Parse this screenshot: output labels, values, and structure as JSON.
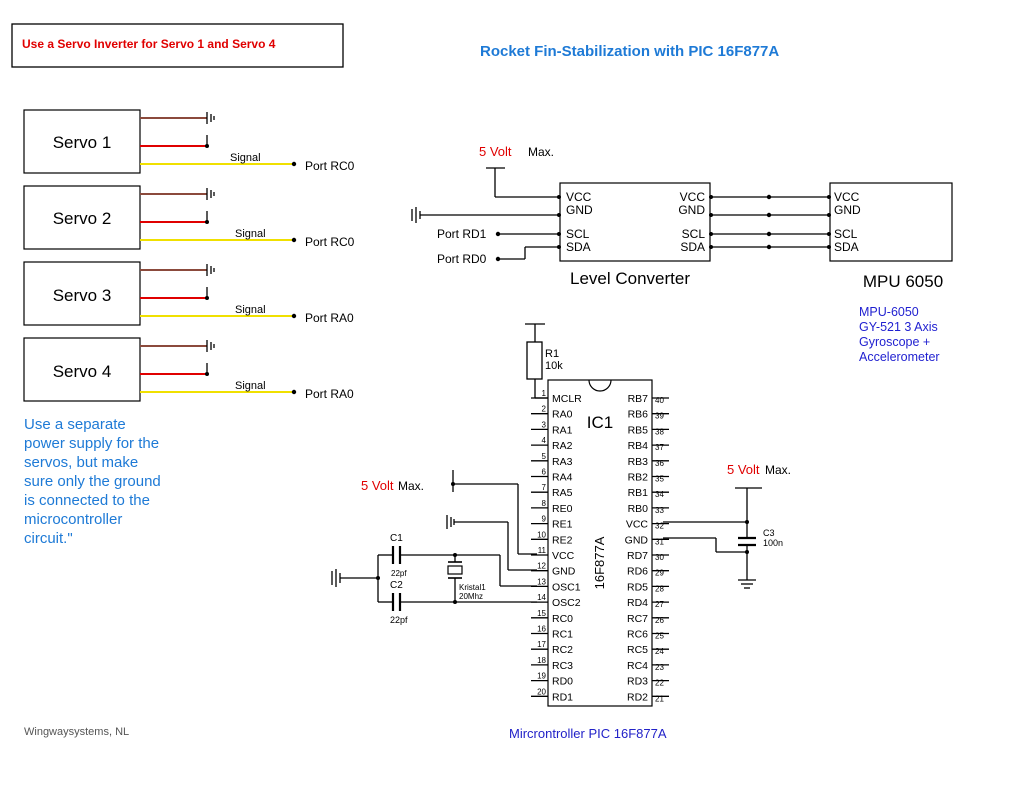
{
  "colors": {
    "wire": "#000000",
    "servo_brown": "#8b4a3c",
    "servo_red": "#e00000",
    "servo_yellow": "#f0e000",
    "title_blue": "#1e7ad6",
    "note_red": "#ff0000",
    "note_blue": "#1e7ad6",
    "mpu_blue": "#1f1fd0",
    "caption_blue": "#2222c8",
    "footer_gray": "#555555"
  },
  "warning_box": {
    "text": "Use a Servo Inverter for Servo 1 and Servo  4"
  },
  "title": "Rocket Fin-Stabilization with PIC 16F877A",
  "servos": [
    {
      "label": "Servo 1",
      "signal_label": "Signal",
      "port": "Port RC0"
    },
    {
      "label": "Servo 2",
      "signal_label": "Signal",
      "port": "Port RC0"
    },
    {
      "label": "Servo 3",
      "signal_label": "Signal",
      "port": "Port RA0"
    },
    {
      "label": "Servo 4",
      "signal_label": "Signal",
      "port": "Port RA0"
    }
  ],
  "power_note": [
    "Use a separate",
    "power supply for the",
    "servos, but make",
    "sure only the ground",
    "is connected to the",
    "microcontroller",
    "circuit.\""
  ],
  "level_converter": {
    "volt": "5 Volt",
    "max": "Max.",
    "label": "Level Converter",
    "left_pins": [
      "VCC",
      "GND",
      "SCL",
      "SDA"
    ],
    "right_pins": [
      "VCC",
      "GND",
      "SCL",
      "SDA"
    ],
    "port_rd1": "Port RD1",
    "port_rd0": "Port RD0"
  },
  "mpu": {
    "pins": [
      "VCC",
      "GND",
      "SCL",
      "SDA"
    ],
    "label": "MPU 6050",
    "desc": [
      "MPU-6050",
      "GY-521 3 Axis",
      "Gyroscope +",
      "Accelerometer"
    ]
  },
  "resistor": {
    "name": "R1",
    "value": "10k"
  },
  "ic": {
    "name": "IC1",
    "part": "16F877A",
    "left_pins": [
      {
        "num": "1",
        "name": "MCLR"
      },
      {
        "num": "2",
        "name": "RA0"
      },
      {
        "num": "3",
        "name": "RA1"
      },
      {
        "num": "4",
        "name": "RA2"
      },
      {
        "num": "5",
        "name": "RA3"
      },
      {
        "num": "6",
        "name": "RA4"
      },
      {
        "num": "7",
        "name": "RA5"
      },
      {
        "num": "8",
        "name": "RE0"
      },
      {
        "num": "9",
        "name": "RE1"
      },
      {
        "num": "10",
        "name": "RE2"
      },
      {
        "num": "11",
        "name": "VCC"
      },
      {
        "num": "12",
        "name": "GND"
      },
      {
        "num": "13",
        "name": "OSC1"
      },
      {
        "num": "14",
        "name": "OSC2"
      },
      {
        "num": "15",
        "name": "RC0"
      },
      {
        "num": "16",
        "name": "RC1"
      },
      {
        "num": "17",
        "name": "RC2"
      },
      {
        "num": "18",
        "name": "RC3"
      },
      {
        "num": "19",
        "name": "RD0"
      },
      {
        "num": "20",
        "name": "RD1"
      }
    ],
    "right_pins": [
      {
        "num": "40",
        "name": "RB7"
      },
      {
        "num": "39",
        "name": "RB6"
      },
      {
        "num": "38",
        "name": "RB5"
      },
      {
        "num": "37",
        "name": "RB4"
      },
      {
        "num": "36",
        "name": "RB3"
      },
      {
        "num": "35",
        "name": "RB2"
      },
      {
        "num": "34",
        "name": "RB1"
      },
      {
        "num": "33",
        "name": "RB0"
      },
      {
        "num": "32",
        "name": "VCC"
      },
      {
        "num": "31",
        "name": "GND"
      },
      {
        "num": "30",
        "name": "RD7"
      },
      {
        "num": "29",
        "name": "RD6"
      },
      {
        "num": "28",
        "name": "RD5"
      },
      {
        "num": "27",
        "name": "RD4"
      },
      {
        "num": "26",
        "name": "RC7"
      },
      {
        "num": "25",
        "name": "RC6"
      },
      {
        "num": "24",
        "name": "RC5"
      },
      {
        "num": "23",
        "name": "RC4"
      },
      {
        "num": "22",
        "name": "RD3"
      },
      {
        "num": "21",
        "name": "RD2"
      }
    ]
  },
  "ic_left_supply": {
    "volt": "5 Volt",
    "max": "Max."
  },
  "ic_right_supply": {
    "volt": "5 Volt",
    "max": "Max."
  },
  "crystal": {
    "c1": "C1",
    "c1_val": "22pf",
    "c2": "C2",
    "c2_val": "22pf",
    "name": "Kristal1",
    "freq": "20Mhz"
  },
  "cap3": {
    "name": "C3",
    "value": "100n"
  },
  "footer_left": "Wingwaysystems, NL",
  "footer_caption": "Mircrontroller PIC 16F877A"
}
